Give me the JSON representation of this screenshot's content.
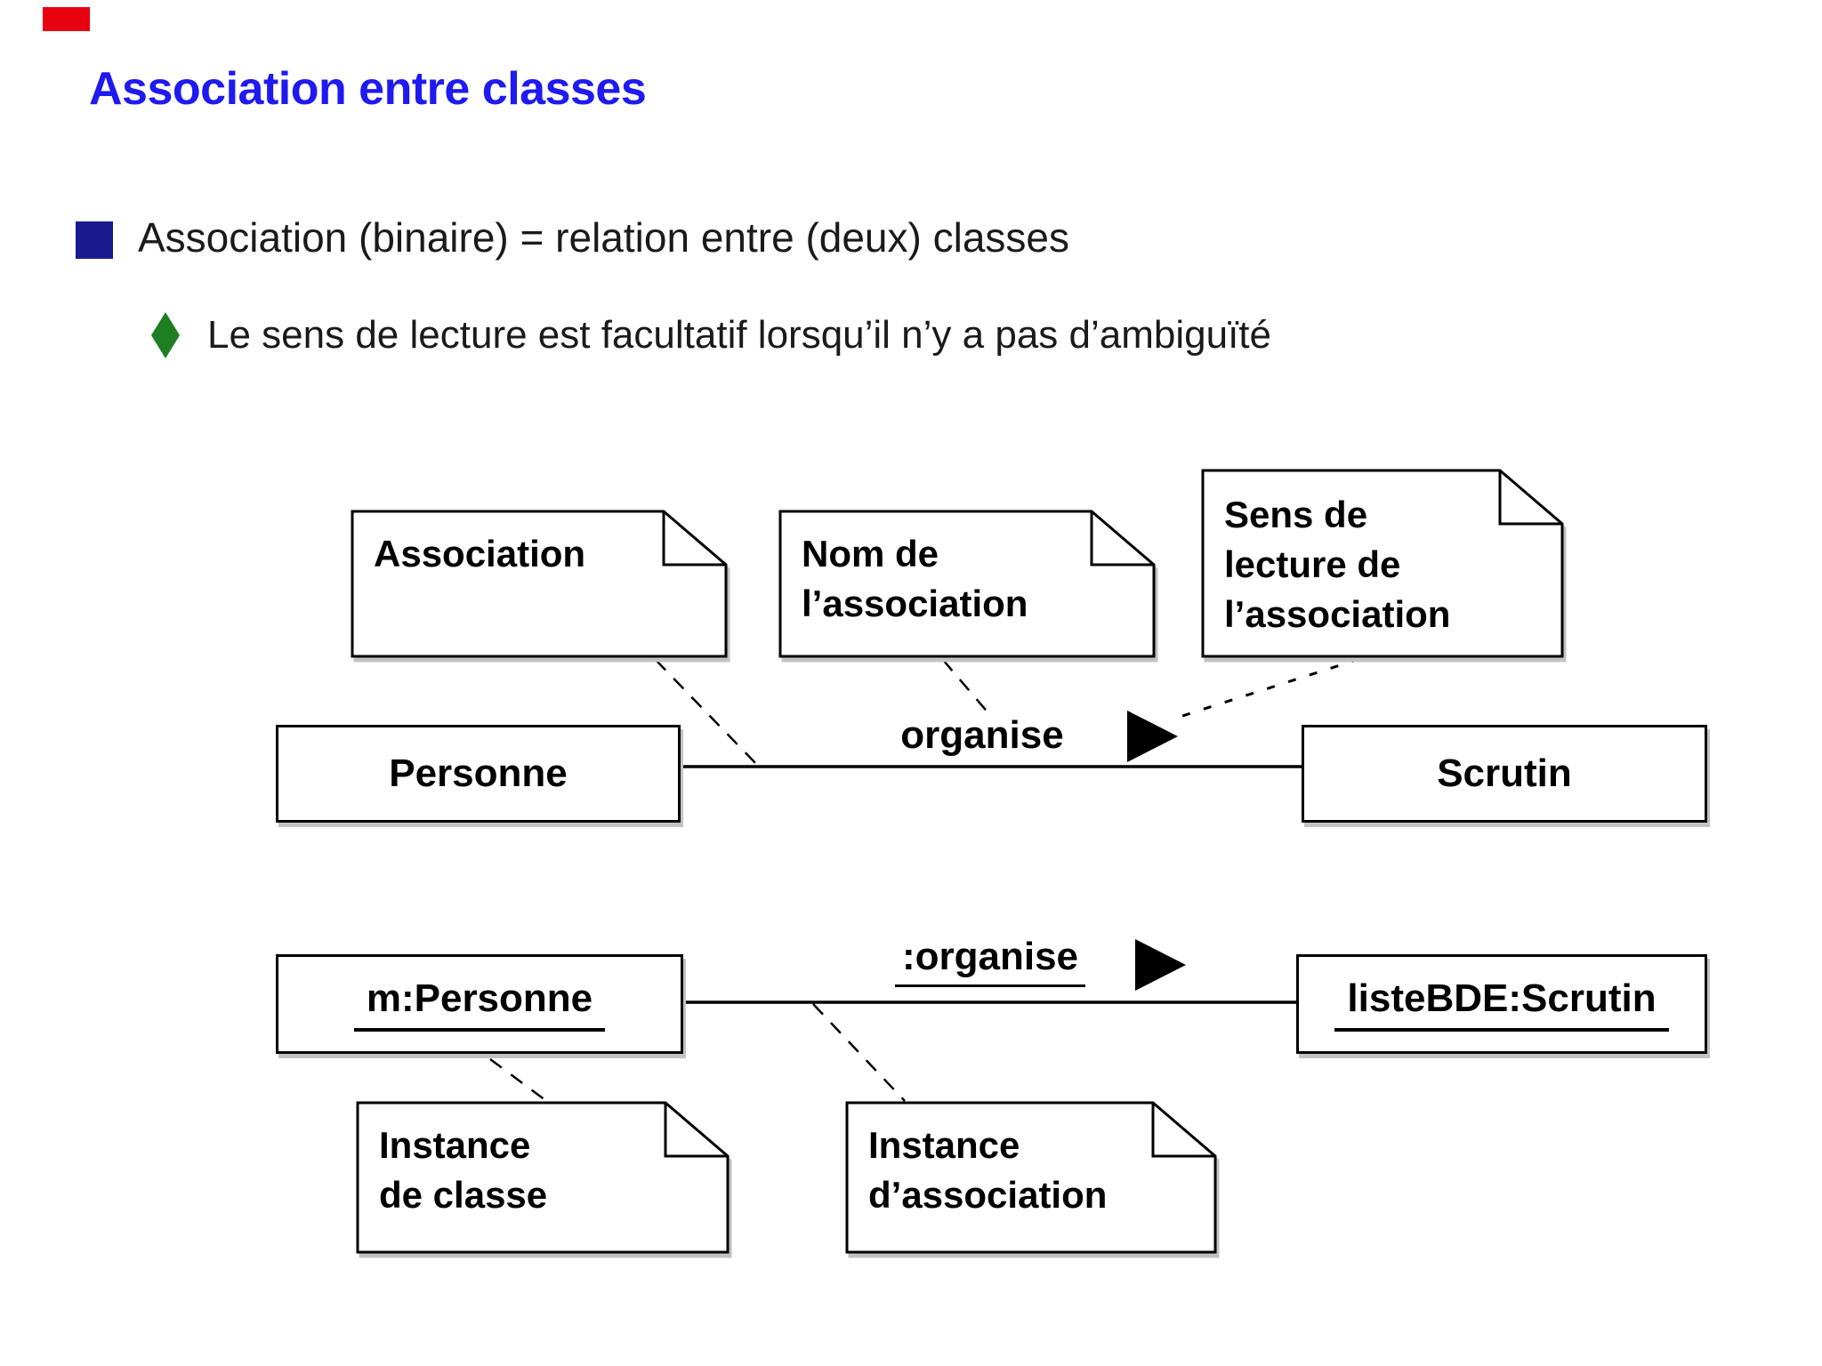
{
  "slide": {
    "title": "Association entre classes",
    "bullet_text": "Association (binaire) = relation entre (deux) classes",
    "sub_bullet_text": "Le sens de lecture est facultatif lorsqu’il n’y a pas d’ambiguïté"
  },
  "colors": {
    "title_blue": "#1f1af0",
    "bullet_navy": "#181a8e",
    "diamond_green": "#1e7e22",
    "marker_red": "#e90011",
    "body_text": "#1a1a1a",
    "diagram_black": "#000000",
    "shadow_gray": "#c2c2c2"
  },
  "diagram_upper": {
    "notes": [
      {
        "lines": [
          "Association"
        ]
      },
      {
        "lines": [
          "Nom de",
          "l’association"
        ]
      },
      {
        "lines": [
          "Sens de",
          "lecture de",
          "l’association"
        ]
      }
    ],
    "class_left": "Personne",
    "class_right": "Scrutin",
    "association_label": "organise"
  },
  "diagram_lower": {
    "object_left": "m:Personne",
    "object_right": "listeBDE:Scrutin",
    "link_label": ":organise",
    "notes": [
      {
        "lines": [
          "Instance",
          "de classe"
        ]
      },
      {
        "lines": [
          "Instance",
          "d’association"
        ]
      }
    ]
  }
}
